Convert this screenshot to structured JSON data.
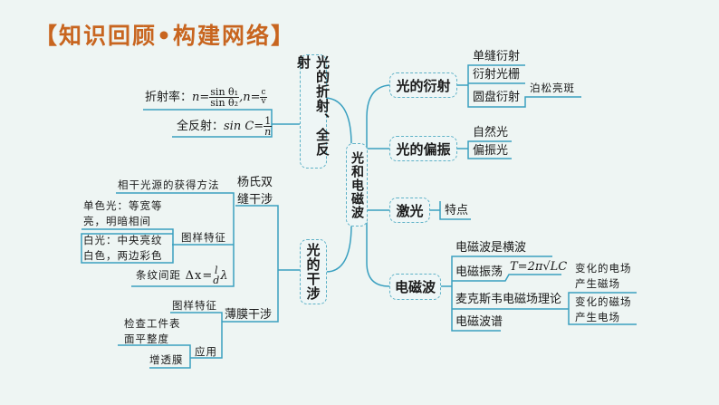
{
  "title": "【知识回顾•构建网络】",
  "center": "光和电磁波",
  "colors": {
    "line": "#3aa0c0",
    "title": "#c8651f",
    "background": "#eef5f3"
  },
  "left": {
    "refraction": {
      "label": "光的折射、全反射",
      "refractive_index_label": "折射率：",
      "refractive_index_formula_a": "n=",
      "refractive_index_num": "sin θ₁",
      "refractive_index_den": "sin θ₂",
      "refractive_index_formula_b": ",n=",
      "refractive_index_num2": "c",
      "refractive_index_den2": "v",
      "total_reflection_label": "全反射：",
      "total_reflection_formula": "sin C=",
      "total_reflection_num": "1",
      "total_reflection_den": "n"
    },
    "interference": {
      "label": "光的干涉",
      "young": "杨氏双缝干涉",
      "coherent_source": "相干光源的获得方法",
      "pattern": "图样特征",
      "mono": "单色光：等宽等亮，明暗相间",
      "white": "白光：中央亮纹白色，两边彩色",
      "spacing_label": "条纹间距",
      "spacing_formula": "Δx=",
      "spacing_num": "l",
      "spacing_den": "d",
      "spacing_tail": "λ",
      "thin_film": "薄膜干涉",
      "thin_pattern": "图样特征",
      "application": "应用",
      "inspect": "检查工件表面平整度",
      "antireflection": "增透膜"
    }
  },
  "right": {
    "diffraction": {
      "label": "光的衍射",
      "items": [
        "单缝衍射",
        "衍射光栅",
        "圆盘衍射"
      ],
      "poisson": "泊松亮斑"
    },
    "polarization": {
      "label": "光的偏振",
      "items": [
        "自然光",
        "偏振光"
      ]
    },
    "laser": {
      "label": "激光",
      "items": [
        "特点"
      ]
    },
    "em_wave": {
      "label": "电磁波",
      "transverse": "电磁波是横波",
      "oscillation": "电磁振荡",
      "period_formula": "T=2π√LC",
      "maxwell": "麦克斯韦电磁场理论",
      "e_to_b": "变化的电场产生磁场",
      "b_to_e": "变化的磁场产生电场",
      "spectrum": "电磁波谱"
    }
  }
}
